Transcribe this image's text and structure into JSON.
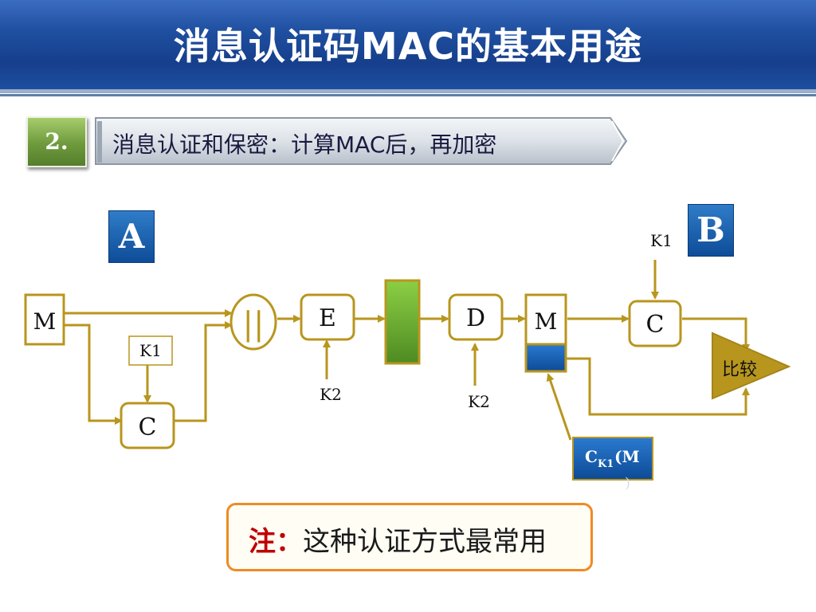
{
  "header": {
    "title": "消息认证码MAC的基本用途"
  },
  "section": {
    "number": "2.",
    "subtitle": "消息认证和保密：计算MAC后，再加密"
  },
  "diagram": {
    "badge_a": "A",
    "badge_b": "B",
    "m_left": "M",
    "k1_left": "K1",
    "c_left": "C",
    "concat": "||",
    "e_box": "E",
    "k2_enc": "K2",
    "d_box": "D",
    "k2_dec": "K2",
    "m_right": "M",
    "k1_right": "K1",
    "c_right": "C",
    "compare": "比较",
    "mac_label_c": "C",
    "mac_label_sub": "K1",
    "mac_label_m": "(M",
    "mac_label_paren": ")"
  },
  "note": {
    "prefix": "注：",
    "text": "这种认证方式最常用"
  },
  "colors": {
    "line": "#b8961e",
    "header_blue": "#1f4fa0",
    "green_block": "#6aaa2e",
    "badge_blue": "#0e4c98",
    "note_border": "#f08a24"
  }
}
